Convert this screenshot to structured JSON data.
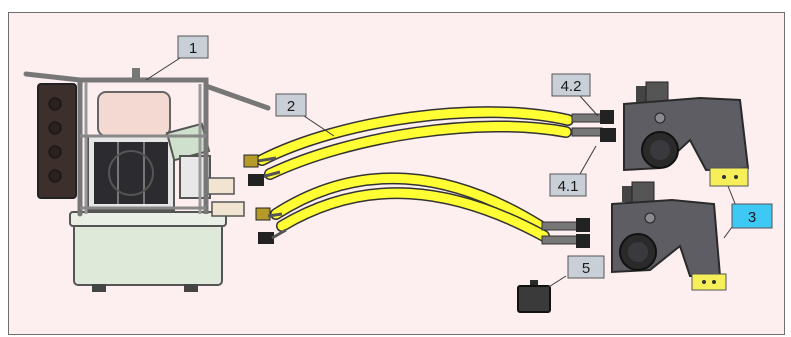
{
  "labels": {
    "pump_unit": "1",
    "yellow_hose_upper": "2",
    "torque_wrench": "3",
    "hose_end_lower": "4.1",
    "hose_end_upper": "4.2",
    "remote_control": "5"
  },
  "colors": {
    "background": "#fdeef0",
    "frame_border": "#6f6f6f",
    "hose_yellow": "#ffff33",
    "label_grey": "#c9cfd6",
    "label_highlight": "#3ec9f5",
    "wrench_dark": "#5d5d63",
    "tank_green": "#dfe9da"
  },
  "icons": {
    "pump_unit": "hydraulic-pump-unit-icon",
    "hoses": "twin-hydraulic-hose-icon",
    "wrench": "hydraulic-torque-wrench-icon",
    "remote": "remote-control-box-icon"
  }
}
